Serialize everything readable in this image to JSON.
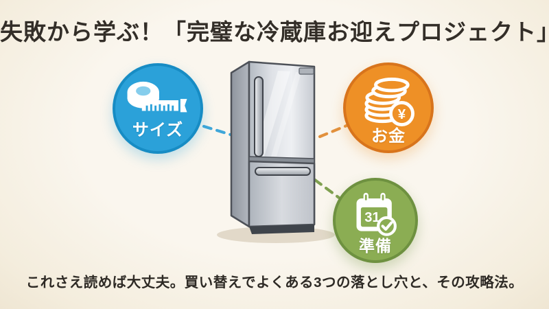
{
  "background": {
    "base": "#faf6ee",
    "edge": "#efe6d3"
  },
  "title": {
    "text": "失敗から学ぶ！「完璧な冷蔵庫お迎えプロジェクト」",
    "color": "#332e28"
  },
  "caption": {
    "text": "これさえ読めば大丈夫。買い替えでよくある3つの落とし穴と、その攻略法。",
    "color": "#2e2a25"
  },
  "illustration": {
    "name": "refrigerator"
  },
  "badges": [
    {
      "id": "size",
      "label": "サイズ",
      "icon": "measuring-tape-icon",
      "fill": "#2ba1d9",
      "border": "#178cc4",
      "connector": "#3fa6d9",
      "tape_hole": "#85cdec"
    },
    {
      "id": "money",
      "label": "お金",
      "icon": "coins-icon",
      "yen_symbol": "¥",
      "fill": "#ee9026",
      "border": "#d8741c",
      "connector": "#e2913d"
    },
    {
      "id": "prep",
      "label": "準備",
      "icon": "calendar-check-icon",
      "calendar_day": "31",
      "fill": "#8bad53",
      "border": "#6e9140",
      "connector": "#7fa050"
    }
  ]
}
